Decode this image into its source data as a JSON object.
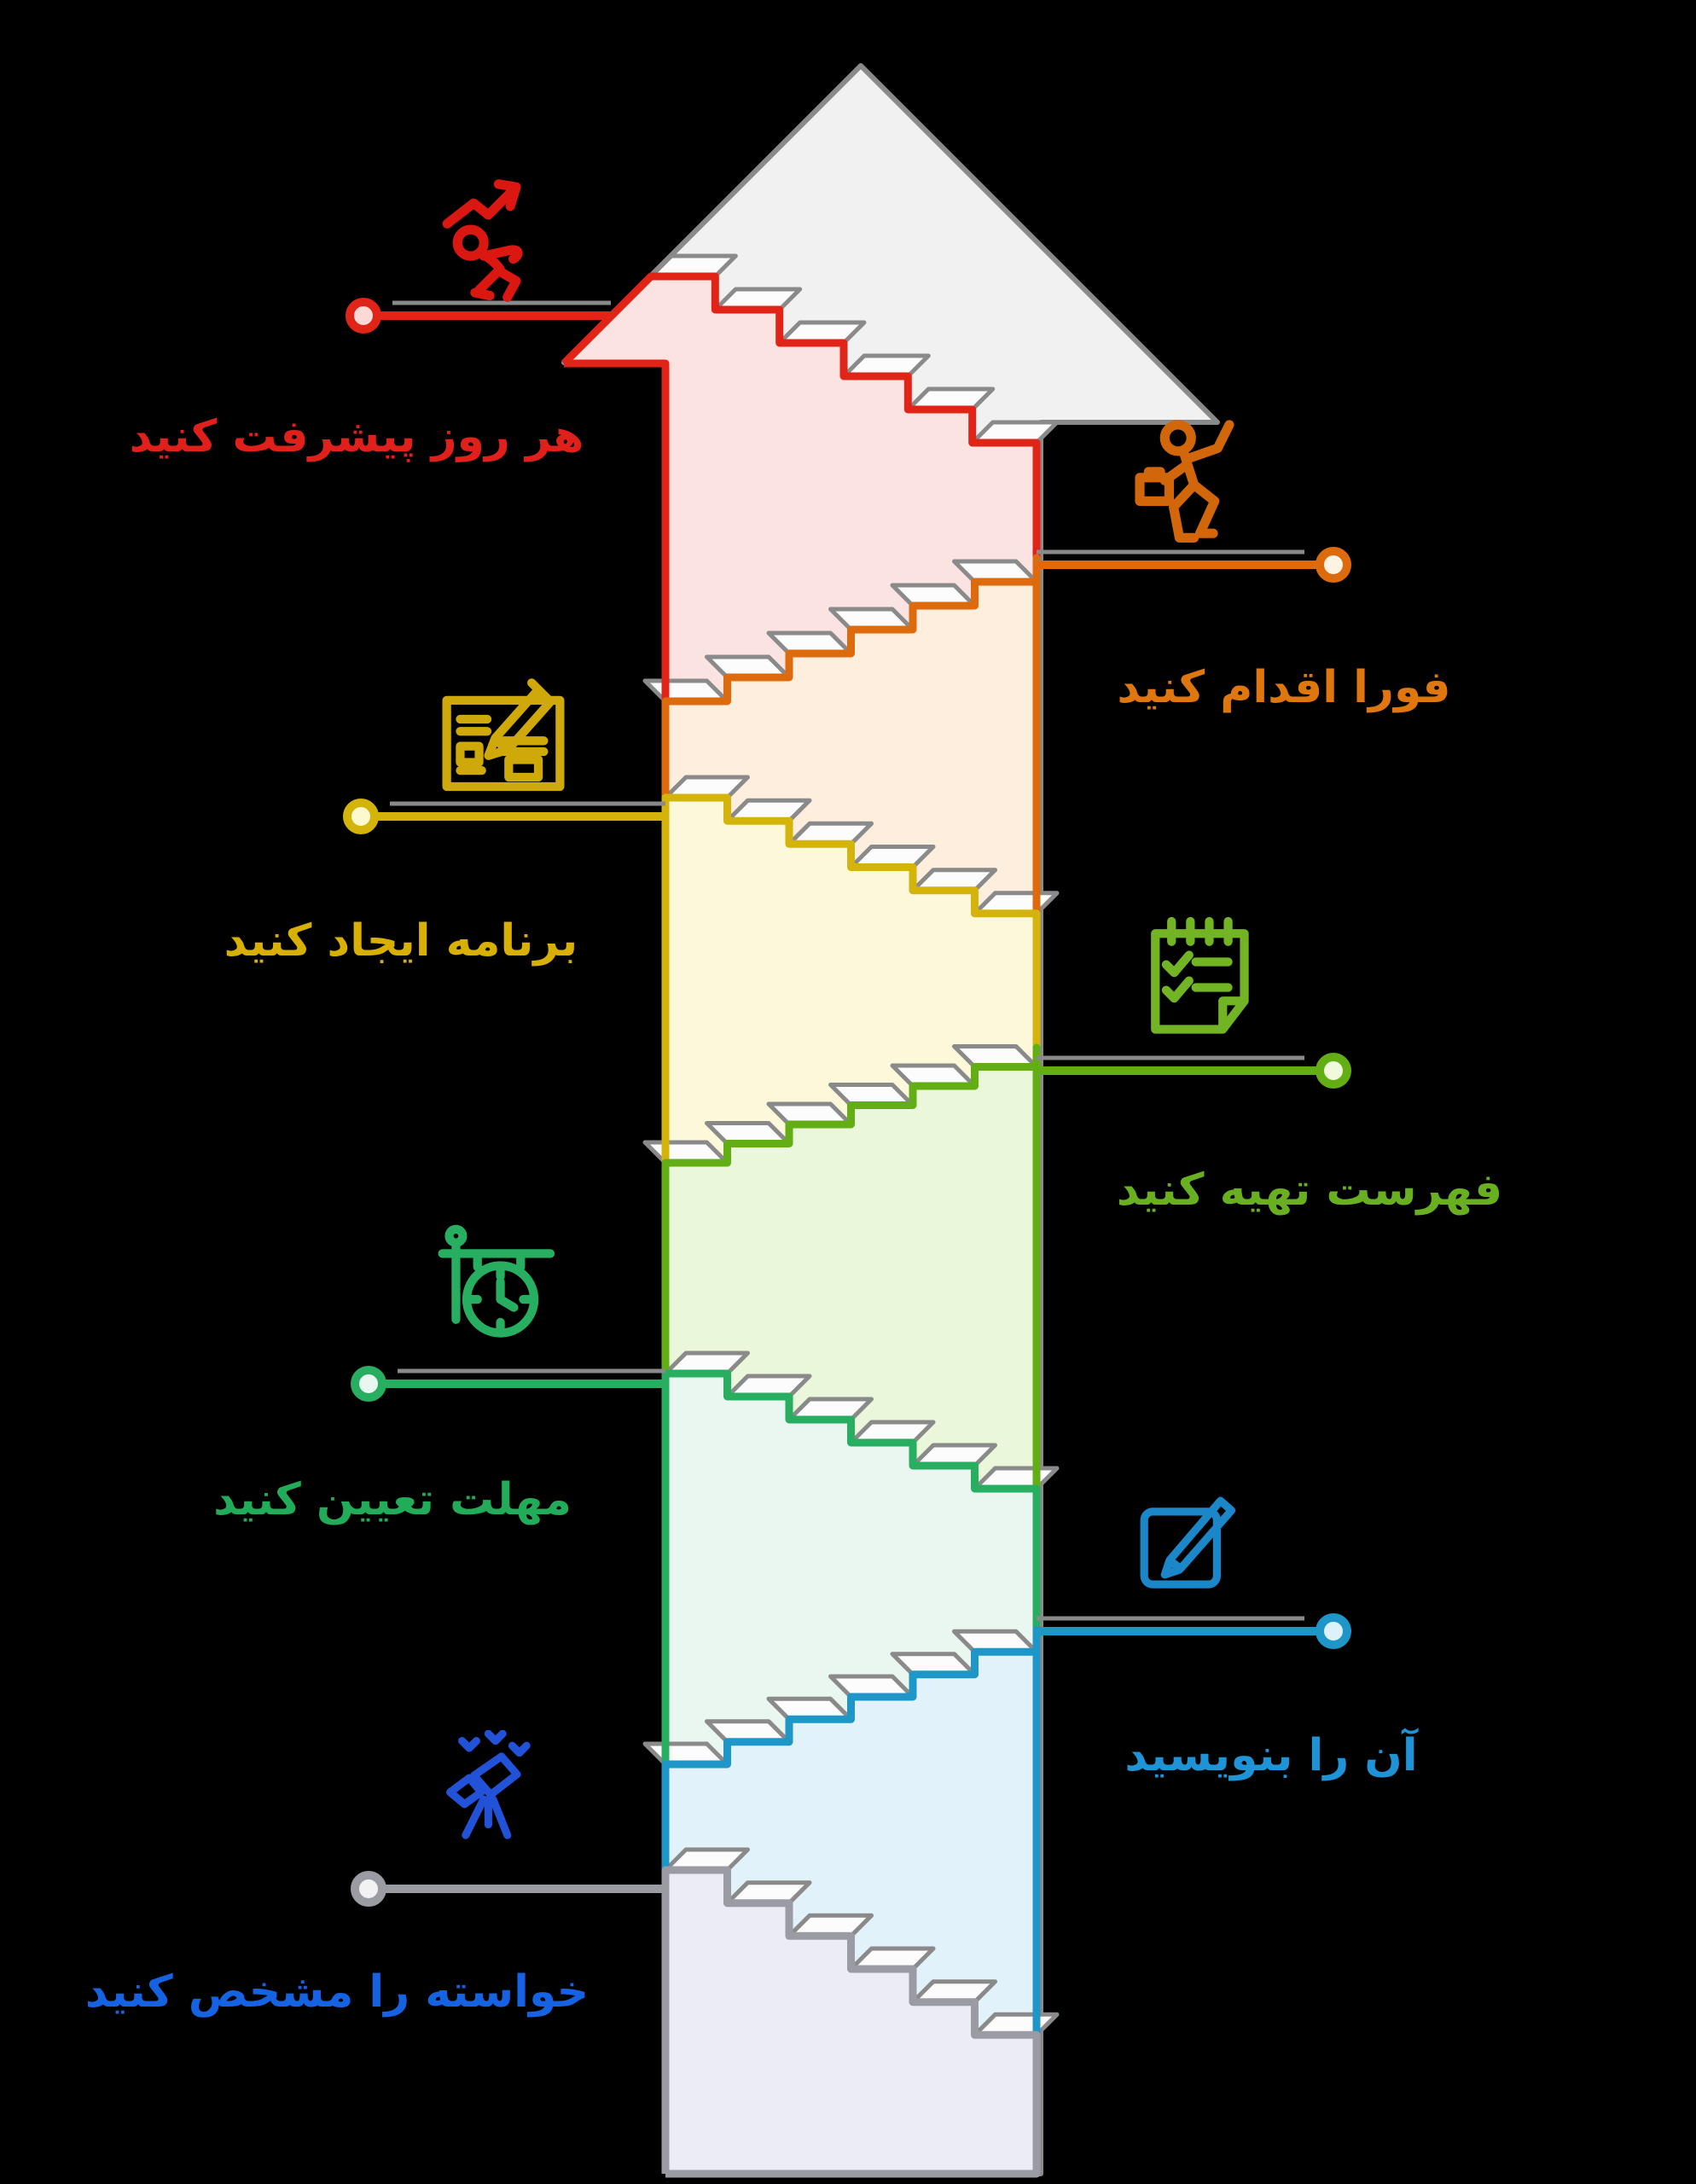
{
  "canvas": {
    "background": "#000000",
    "arrow_fill": "#f1f1f1",
    "arrow_stroke": "#8a8a8a",
    "step_fill": "#fcfcfc",
    "step_stroke": "#8a8a8a"
  },
  "sections": [
    {
      "id": "progress-daily",
      "label": "هر روز پیشرفت کنید",
      "side": "left",
      "stroke": "#e02417",
      "fill": "#fae3e1",
      "text_color": "#e0201b",
      "icon": "growth-trend-runner-icon",
      "icon_color": "#da1710",
      "dot_fill": "#fcd9d7"
    },
    {
      "id": "act-immediately",
      "label": "فورا اقدام کنید",
      "side": "right",
      "stroke": "#dd6b0d",
      "fill": "#fdeede",
      "text_color": "#e0770e",
      "icon": "action-runner-briefcase-icon",
      "icon_color": "#d2660b",
      "dot_fill": "#fdf3e3"
    },
    {
      "id": "create-plan",
      "label": "برنامه ایجاد کنید",
      "side": "left",
      "stroke": "#d4b40a",
      "fill": "#fdf8d9",
      "text_color": "#d8b004",
      "icon": "plan-board-pencil-icon",
      "icon_color": "#cfa90a",
      "dot_fill": "#fdf9cf"
    },
    {
      "id": "make-list",
      "label": "فهرست تهیه کنید",
      "side": "right",
      "stroke": "#63ae14",
      "fill": "#ebf7da",
      "text_color": "#68b01f",
      "icon": "checklist-notepad-icon",
      "icon_color": "#72b424",
      "dot_fill": "#f0f9da"
    },
    {
      "id": "set-deadline",
      "label": "مهلت تعیین کنید",
      "side": "left",
      "stroke": "#27ae60",
      "fill": "#e9f7f0",
      "text_color": "#22ab58",
      "icon": "hanging-clock-icon",
      "icon_color": "#27ae60",
      "dot_fill": "#e8f7ef"
    },
    {
      "id": "write-it-down",
      "label": "آن را بنویسید",
      "side": "right",
      "stroke": "#1e96c8",
      "fill": "#e1f2fb",
      "text_color": "#1e93d6",
      "icon": "note-pencil-icon",
      "icon_color": "#1b87c9",
      "dot_fill": "#ddf1fb"
    },
    {
      "id": "define-desire",
      "label": "خواسته را مشخص کنید",
      "side": "left",
      "stroke": "#9b9ba3",
      "fill": "#ebecf4",
      "text_color": "#1563e2",
      "icon": "telescope-icon",
      "icon_color": "#2152d8",
      "dot_fill": "#f2f2f2"
    }
  ]
}
